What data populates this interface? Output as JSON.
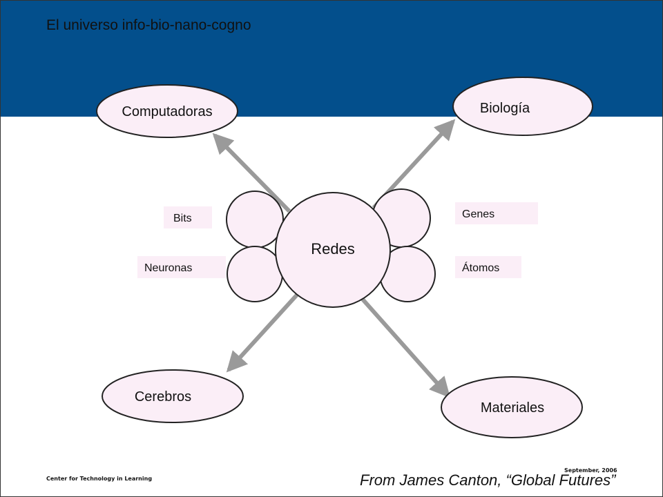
{
  "title": "El universo  info-bio-nano-cogno",
  "nodes": {
    "top_left": "Computadoras",
    "top_right": "Biología",
    "bottom_left": "Cerebros",
    "bottom_right": "Materiales",
    "center": "Redes"
  },
  "side_labels": {
    "bits": "Bits",
    "neuronas": "Neuronas",
    "genes": "Genes",
    "atomos": "Átomos"
  },
  "footer": {
    "organization": "Center for Technology in Learning",
    "date": "September, 2006",
    "source": "From James Canton, “Global Futures”"
  },
  "colors": {
    "header": "#034f8c",
    "node_fill": "#fbeef7",
    "arrow": "#9a9a9a"
  }
}
